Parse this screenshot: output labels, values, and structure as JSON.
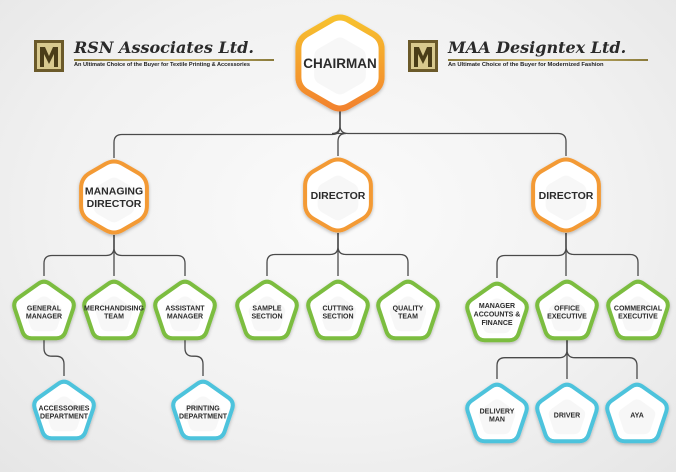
{
  "logos": [
    {
      "mark": "M",
      "name": "RSN Associates Ltd.",
      "tagline": "An Ultimate Choice of the Buyer for Textile Printing & Accessories"
    },
    {
      "mark": "M",
      "name": "MAA Designtex Ltd.",
      "tagline": "An Ultimate Choice of the Buyer for Modernized Fashion"
    }
  ],
  "colors": {
    "orange": "#f39a34",
    "green": "#7bbd3f",
    "cyan": "#4dc3dc",
    "gold": "#f7c12f",
    "line": "#4a4a4a"
  },
  "nodes": {
    "chairman": [
      "CHAIRMAN"
    ],
    "director_1": [
      "MANAGING",
      "DIRECTOR"
    ],
    "director_2": [
      "DIRECTOR"
    ],
    "director_3": [
      "DIRECTOR"
    ],
    "general_manager": [
      "GENERAL",
      "MANAGER"
    ],
    "merchandising_team": [
      "MERCHANDISING",
      "TEAM"
    ],
    "assistant_manager": [
      "ASSISTANT",
      "MANAGER"
    ],
    "accessories_department": [
      "ACCESSORIES",
      "DEPARTMENT"
    ],
    "printing_department": [
      "PRINTING",
      "DEPARTMENT"
    ],
    "sample_section": [
      "SAMPLE",
      "SECTION"
    ],
    "cutting_section": [
      "CUTTING",
      "SECTION"
    ],
    "quality_team": [
      "QUALITY",
      "TEAM"
    ],
    "manager_accounts_finance": [
      "MANAGER",
      "ACCOUNTS &",
      "FINANCE"
    ],
    "office_executive": [
      "OFFICE",
      "EXECUTIVE"
    ],
    "commercial_executive": [
      "COMMERCIAL",
      "EXECUTIVE"
    ],
    "delivery_man": [
      "DELIVERY",
      "MAN"
    ],
    "driver": [
      "DRIVER"
    ],
    "aya": [
      "AYA"
    ]
  },
  "edges": [
    [
      "chairman",
      "director_1"
    ],
    [
      "chairman",
      "director_2"
    ],
    [
      "chairman",
      "director_3"
    ],
    [
      "director_1",
      "general_manager"
    ],
    [
      "director_1",
      "merchandising_team"
    ],
    [
      "director_1",
      "assistant_manager"
    ],
    [
      "general_manager",
      "accessories_department"
    ],
    [
      "assistant_manager",
      "printing_department"
    ],
    [
      "director_2",
      "sample_section"
    ],
    [
      "director_2",
      "cutting_section"
    ],
    [
      "director_2",
      "quality_team"
    ],
    [
      "director_3",
      "manager_accounts_finance"
    ],
    [
      "director_3",
      "office_executive"
    ],
    [
      "director_3",
      "commercial_executive"
    ],
    [
      "office_executive",
      "delivery_man"
    ],
    [
      "office_executive",
      "driver"
    ],
    [
      "office_executive",
      "aya"
    ]
  ]
}
